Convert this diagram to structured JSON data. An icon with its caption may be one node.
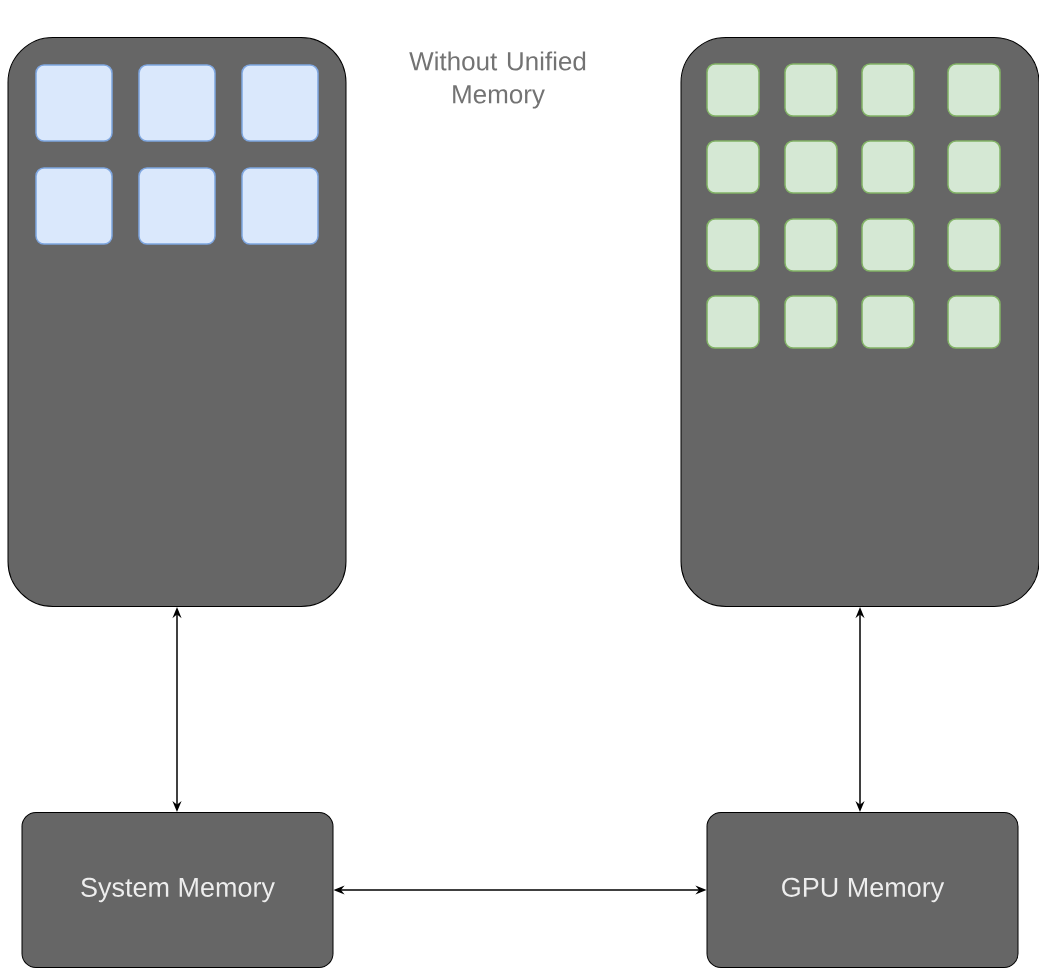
{
  "diagram": {
    "title": "Without Unified Memory",
    "nodes": [
      {
        "text": [],
        "shape": "box"
      },
      {
        "text": [],
        "shape": "box",
        "in": 0
      },
      {
        "text": [],
        "shape": "box",
        "in": 0
      },
      {
        "text": [],
        "shape": "box",
        "in": 0
      },
      {
        "text": [],
        "shape": "box",
        "in": 0
      },
      {
        "text": [],
        "shape": "box",
        "in": 0
      },
      {
        "text": [],
        "shape": "box",
        "in": 0
      },
      {
        "text": [],
        "shape": "box"
      },
      {
        "text": [],
        "shape": "box",
        "in": 7
      },
      {
        "text": [],
        "shape": "box",
        "in": 7
      },
      {
        "text": [],
        "shape": "box",
        "in": 7
      },
      {
        "text": [],
        "shape": "box",
        "in": 7
      },
      {
        "text": [],
        "shape": "box",
        "in": 7
      },
      {
        "text": [],
        "shape": "box",
        "in": 7
      },
      {
        "text": [],
        "shape": "box",
        "in": 7
      },
      {
        "text": [],
        "shape": "box",
        "in": 7
      },
      {
        "text": [],
        "shape": "box",
        "in": 7
      },
      {
        "text": [],
        "shape": "box",
        "in": 7
      },
      {
        "text": [],
        "shape": "box",
        "in": 7
      },
      {
        "text": [],
        "shape": "box",
        "in": 7
      },
      {
        "text": [],
        "shape": "box",
        "in": 7
      },
      {
        "text": [],
        "shape": "box",
        "in": 7
      },
      {
        "text": [],
        "shape": "box",
        "in": 7
      },
      {
        "text": [],
        "shape": "box",
        "in": 7
      },
      {
        "text": [
          "System Memory"
        ]
      },
      {
        "text": [
          "GPU Memory"
        ]
      }
    ],
    "edges": [
      {
        "from": 0,
        "to": 24,
        "arrow": "both"
      },
      {
        "from": 7,
        "to": 25,
        "arrow": "both"
      },
      {
        "from": 24,
        "to": 25,
        "arrow": "both"
      }
    ]
  }
}
